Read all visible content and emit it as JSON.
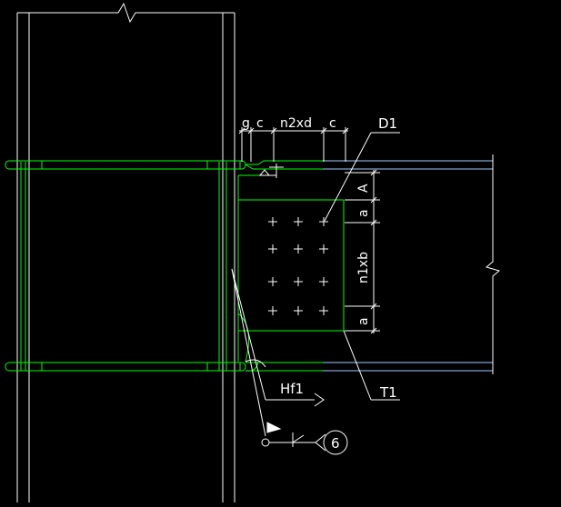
{
  "drawing": {
    "labels": {
      "dim_g": "g",
      "dim_c_left": "c",
      "dim_n2xd": "n2xd",
      "dim_c_right": "c",
      "plate_d1": "D1",
      "dim_a_top": "A",
      "dim_a1": "a",
      "dim_n1xb": "n1xb",
      "dim_a2": "a",
      "weld_hf1": "Hf1",
      "plate_t1": "T1",
      "weld_ref": "6"
    },
    "colors": {
      "background": "#000000",
      "column": "#ffffff",
      "steel": "#00ff00",
      "beam": "#9ecbff",
      "annotation": "#ffffff"
    }
  }
}
